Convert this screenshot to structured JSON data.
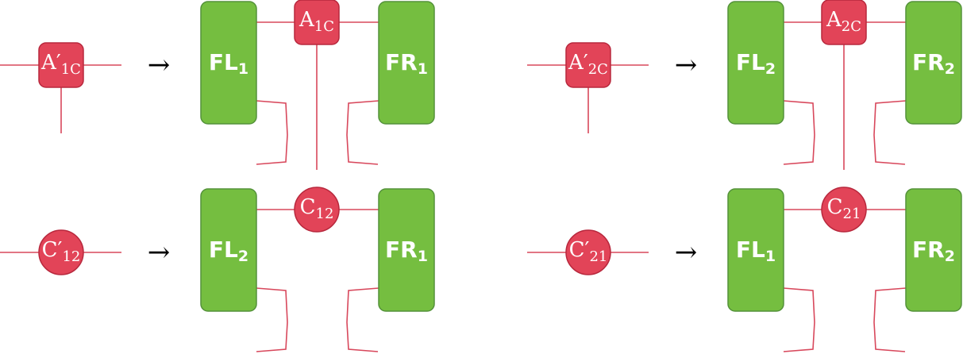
{
  "colors": {
    "green_fill": "#75BE40",
    "green_stroke": "#54923A",
    "red_fill": "#E24458",
    "red_stroke": "#B8283D",
    "wire": "#D8485C",
    "arrow": "#000000",
    "text": "#ffffff"
  },
  "arrow_glyph": "→",
  "panels": [
    {
      "input": {
        "shape": "square",
        "base": "A",
        "prime": "′",
        "sub": "1C"
      },
      "left": {
        "base": "FL",
        "sub": "1"
      },
      "center": {
        "shape": "square",
        "base": "A",
        "sub": "1C"
      },
      "right": {
        "base": "FR",
        "sub": "1"
      }
    },
    {
      "input": {
        "shape": "square",
        "base": "A",
        "prime": "′",
        "sub": "2C"
      },
      "left": {
        "base": "FL",
        "sub": "2"
      },
      "center": {
        "shape": "square",
        "base": "A",
        "sub": "2C"
      },
      "right": {
        "base": "FR",
        "sub": "2"
      }
    },
    {
      "input": {
        "shape": "circle",
        "base": "C",
        "prime": "′",
        "sub": "12"
      },
      "left": {
        "base": "FL",
        "sub": "2"
      },
      "center": {
        "shape": "circle",
        "base": "C",
        "sub": "12"
      },
      "right": {
        "base": "FR",
        "sub": "1"
      }
    },
    {
      "input": {
        "shape": "circle",
        "base": "C",
        "prime": "′",
        "sub": "21"
      },
      "left": {
        "base": "FL",
        "sub": "1"
      },
      "center": {
        "shape": "circle",
        "base": "C",
        "sub": "21"
      },
      "right": {
        "base": "FR",
        "sub": "2"
      }
    }
  ]
}
